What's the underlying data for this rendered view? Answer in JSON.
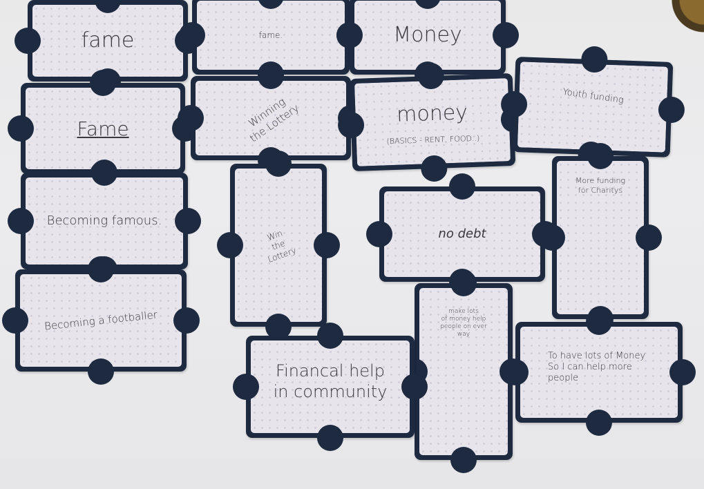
{
  "cards": [
    {
      "text": "fame"
    },
    {
      "text": "fame."
    },
    {
      "text": "Money"
    },
    {
      "text": "Fame"
    },
    {
      "text": "Winning\nthe Lottery"
    },
    {
      "text": "money"
    },
    {
      "text": "(BASICS - RENT, FOOD..)"
    },
    {
      "text": "Youth funding"
    },
    {
      "text": "Becoming famous."
    },
    {
      "text": "Win\nthe\nLottery"
    },
    {
      "text": "no debt"
    },
    {
      "text": "More funding\nfor Charitys"
    },
    {
      "text": "Becoming a footballer"
    },
    {
      "text": "make lots\nof money help\npeople on ever\nway"
    },
    {
      "text": "Financal help\nin community"
    },
    {
      "text": "To have lots of Money\nSo I can help more\npeople"
    }
  ]
}
